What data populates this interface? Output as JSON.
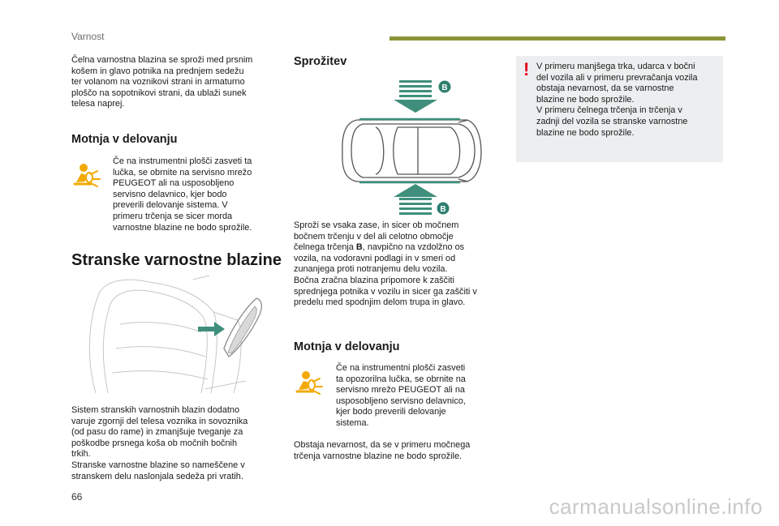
{
  "header": {
    "section": "Varnost",
    "page_number": "66"
  },
  "left": {
    "intro_text": "Čelna varnostna blazina se sproži med prsnim\nkošem in glavo potnika na prednjem sedežu\nter volanom na voznikovi strani in armaturno\nploščo na sopotnikovi strani, da ublaži sunek\ntelesa naprej.",
    "operation_heading": "Motnja v delovanju",
    "operation_text": "Če na instrumentni plošči zasveti ta\nlučka, se obrnite na servisno mrežo\nPEUGEOT ali na usposobljeno\nservisno delavnico, kjer bodo\npreverili delovanje sistema. V\nprimeru trčenja se sicer morda\nvarnostne blazine ne bodo sprožile.",
    "side_heading": "Stranske varnostne blazine",
    "side_text": "Sistem stranskih varnostnih blazin dodatno\nvaruje zgornji del telesa voznika in sovoznika\n(od pasu do rame) in zmanjšuje tveganje za\npoškodbe prsnega koša ob močnih bočnih\ntrkih.\nStranske varnostne blazine so nameščene v\nstranskem delu naslonjala sedeža pri vratih."
  },
  "middle": {
    "trigger_heading": "Sprožitev",
    "zone_label": "B",
    "trigger_text_1": "Sproži se vsaka zase, in sicer ob močnem\nbočnem trčenju v del ali celotno območje\nčelnega trčenja ",
    "trigger_text_bold": "B",
    "trigger_text_2": ", navpično na vzdolžno os\nvozila, na vodoravni podlagi in v smeri od\nzunanjega proti notranjemu delu vozila.\nBočna zračna blazina pripomore k zaščiti\nsprednjega potnika v vozilu in sicer ga zaščiti v\npredelu med spodnjim delom trupa in glavo.",
    "operation_heading": "Motnja v delovanju",
    "operation_text": "Če na instrumentni plošči zasveti\nta opozorilna lučka, se obrnite na\nservisno mrežo PEUGEOT ali na\nusposobljeno servisno delavnico,\nkjer bodo preverili delovanje\nsistema.",
    "note_text": "Obstaja nevarnost, da se v primeru močnega\ntrčenja varnostne blazine ne bodo sprožile."
  },
  "right": {
    "warning_symbol": "!",
    "warning_text": "V primeru manjšega trka, udarca v bočni\ndel vozila ali v primeru prevračanja vozila\nobstaja nevarnost, da se varnostne\nblazine ne bodo sprožile.\nV primeru čelnega trčenja in trčenja v\nzadnji del vozila se stranske varnostne\nblazine ne bodo sprožile."
  },
  "footer": {
    "watermark": "carmanualsonline.info"
  },
  "colors": {
    "accent_green": "#8a9437",
    "warning_red": "#e2001a",
    "indicator_orange": "#f2a900",
    "arrow_green": "#3f8f7c",
    "zone_badge": "#2f7f6f",
    "box_grey": "#eceeef"
  },
  "icons": {
    "airbag_warning": "airbag-warning-lamp-icon",
    "warning": "warning-exclamation-icon",
    "impact_arrow": "impact-arrow-icon"
  }
}
